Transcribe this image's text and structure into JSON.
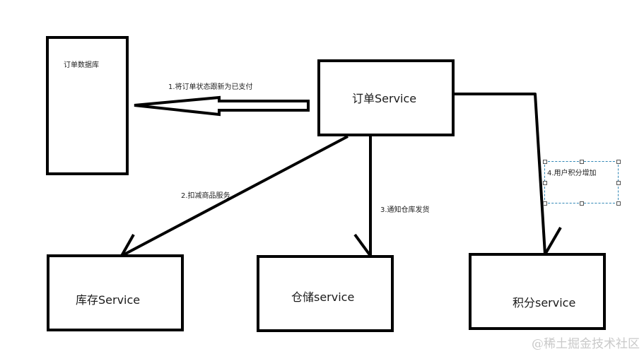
{
  "diagram": {
    "nodes": {
      "order_db": {
        "label": "订单数据库"
      },
      "order_service": {
        "label": "订单Service"
      },
      "inventory_service": {
        "label": "库存Service"
      },
      "warehouse_service": {
        "label": "仓储service"
      },
      "points_service": {
        "label": "积分service"
      }
    },
    "edges": [
      {
        "from": "order_service",
        "to": "order_db",
        "label": "1.将订单状态跟新为已支付"
      },
      {
        "from": "order_service",
        "to": "inventory_service",
        "label": "2.扣减商品服务"
      },
      {
        "from": "order_service",
        "to": "warehouse_service",
        "label": "3.通知仓库发货"
      },
      {
        "from": "order_service",
        "to": "points_service",
        "label": "4.用户积分增加"
      }
    ],
    "colors": {
      "stroke": "#000000",
      "selection": "#2f86b5",
      "watermark": "#c9c9c9"
    }
  },
  "watermark": "@稀土掘金技术社区"
}
